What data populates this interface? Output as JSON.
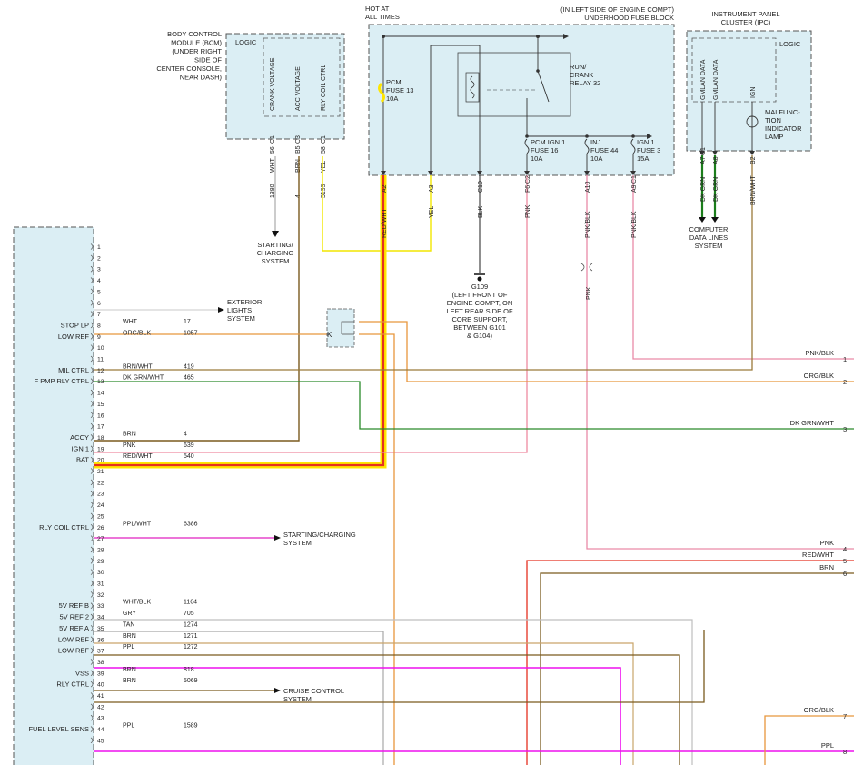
{
  "colors": {
    "WHT": "#c8c8c8",
    "BRN": "#7a5a1e",
    "YEL": "#f2e600",
    "RED_WHT": "#e53020",
    "BLK": "#333333",
    "PNK": "#ef8aa0",
    "PNK_BLK": "#e98aa8",
    "ORG_BLK": "#e8963c",
    "DK_GRN_WHT": "#2a8a2a",
    "DK_GRN": "#1b7d1b",
    "BRN_WHT": "#9a7a3a",
    "PPL_WHT": "#e020c0",
    "PPL": "#ee10ee",
    "WHT_BLK": "#bfbfbf",
    "GRY": "#a8a8a8",
    "TAN": "#c9a56a",
    "highlight": "#ffe600",
    "box_fill": "#dbeef4"
  },
  "bcm": {
    "title": [
      "BODY CONTROL",
      "MODULE (BCM)",
      "(UNDER RIGHT",
      "SIDE OF",
      "CENTER CONSOLE,",
      "NEAR DASH)"
    ],
    "logic": "LOGIC",
    "pins": [
      {
        "func": "CRANK VOLTAGE",
        "pin": "56",
        "conn": "C1",
        "color": "WHT",
        "circuit": "1380"
      },
      {
        "func": "ACC VOLTAGE",
        "pin": "B5",
        "conn": "C3",
        "color": "BRN",
        "circuit": "4"
      },
      {
        "func": "RLY COIL CTRL",
        "pin": "58",
        "conn": "C1",
        "color": "YEL",
        "circuit": "5199"
      }
    ],
    "starting_charging": [
      "STARTING/",
      "CHARGING",
      "SYSTEM"
    ]
  },
  "fuse_block": {
    "hot": [
      "HOT AT",
      "ALL TIMES"
    ],
    "title": [
      "(IN LEFT SIDE OF ENGINE COMPT)",
      "UNDERHOOD FUSE BLOCK"
    ],
    "pcm_fuse": [
      "PCM",
      "FUSE 13",
      "10A"
    ],
    "relay": [
      "RUN/",
      "CRANK",
      "RELAY 32"
    ],
    "fuses": [
      [
        "PCM IGN 1",
        "FUSE 16",
        "10A"
      ],
      [
        "INJ",
        "FUSE 44",
        "10A"
      ],
      [
        "IGN 1",
        "FUSE 3",
        "15A"
      ]
    ],
    "pins": [
      {
        "pin": "A2",
        "conn": "",
        "color": "RED/WHT"
      },
      {
        "pin": "A3",
        "conn": "",
        "color": "YEL"
      },
      {
        "pin": "C10",
        "conn": "",
        "color": "BLK"
      },
      {
        "pin": "F6",
        "conn": "C2",
        "color": "PNK"
      },
      {
        "pin": "A10",
        "conn": "",
        "color": "PNK/BLK"
      },
      {
        "pin": "A9",
        "conn": "C1",
        "color": "PNK/BLK"
      }
    ],
    "ground": [
      "G109",
      "(LEFT FRONT OF",
      "ENGINE COMPT, ON",
      "LEFT REAR SIDE OF",
      "CORE SUPPORT,",
      "BETWEEN G101",
      "& G104)"
    ],
    "pnk_label": "PNK"
  },
  "ipc": {
    "title": [
      "INSTRUMENT PANEL",
      "CLUSTER (IPC)"
    ],
    "logic": "LOGIC",
    "funcs": [
      "GMLAN DATA",
      "GMLAN DATA",
      "IGN"
    ],
    "mil": [
      "MALFUNC-",
      "TION",
      "INDICATOR",
      "LAMP"
    ],
    "pins": [
      {
        "pin": "A7",
        "conn": "C1",
        "color": "DK GRN"
      },
      {
        "pin": "A8",
        "conn": "",
        "color": "DK GRN"
      },
      {
        "pin": "B2",
        "conn": "",
        "color": "BRN/WHT"
      }
    ],
    "data_lines": [
      "COMPUTER",
      "DATA LINES",
      "SYSTEM"
    ]
  },
  "pcm_rows": [
    {
      "n": "1"
    },
    {
      "n": "2"
    },
    {
      "n": "3"
    },
    {
      "n": "4"
    },
    {
      "n": "5"
    },
    {
      "n": "6"
    },
    {
      "n": "7"
    },
    {
      "n": "8",
      "label": "STOP LP",
      "color": "WHT",
      "circuit": "17"
    },
    {
      "n": "9",
      "label": "LOW REF",
      "color": "ORG/BLK",
      "circuit": "1057"
    },
    {
      "n": "10"
    },
    {
      "n": "11"
    },
    {
      "n": "12",
      "label": "MIL CTRL",
      "color": "BRN/WHT",
      "circuit": "419"
    },
    {
      "n": "13",
      "label": "F PMP RLY CTRL",
      "color": "DK GRN/WHT",
      "circuit": "465"
    },
    {
      "n": "14"
    },
    {
      "n": "15"
    },
    {
      "n": "16"
    },
    {
      "n": "17"
    },
    {
      "n": "18",
      "label": "ACCY",
      "color": "BRN",
      "circuit": "4"
    },
    {
      "n": "19",
      "label": "IGN 1",
      "color": "PNK",
      "circuit": "639"
    },
    {
      "n": "20",
      "label": "BAT",
      "color": "RED/WHT",
      "circuit": "540"
    },
    {
      "n": "21"
    },
    {
      "n": "22"
    },
    {
      "n": "23"
    },
    {
      "n": "24"
    },
    {
      "n": "25"
    },
    {
      "n": "26",
      "label": "RLY COIL CTRL",
      "color": "PPL/WHT",
      "circuit": "6386"
    },
    {
      "n": "27"
    },
    {
      "n": "28"
    },
    {
      "n": "29"
    },
    {
      "n": "30"
    },
    {
      "n": "31"
    },
    {
      "n": "32"
    },
    {
      "n": "33",
      "label": "5V REF B",
      "color": "WHT/BLK",
      "circuit": "1164"
    },
    {
      "n": "34",
      "label": "5V REF 2",
      "color": "GRY",
      "circuit": "705"
    },
    {
      "n": "35",
      "label": "5V REF A",
      "color": "TAN",
      "circuit": "1274"
    },
    {
      "n": "36",
      "label": "LOW REF",
      "color": "BRN",
      "circuit": "1271"
    },
    {
      "n": "37",
      "label": "LOW REF",
      "color": "PPL",
      "circuit": "1272"
    },
    {
      "n": "38"
    },
    {
      "n": "39",
      "label": "VSS",
      "color": "BRN",
      "circuit": "818"
    },
    {
      "n": "40",
      "label": "RLY CTRL",
      "color": "BRN",
      "circuit": "5069"
    },
    {
      "n": "41"
    },
    {
      "n": "42"
    },
    {
      "n": "43"
    },
    {
      "n": "44",
      "label": "FUEL LEVEL SENS",
      "color": "PPL",
      "circuit": "1589"
    },
    {
      "n": "45"
    }
  ],
  "destinations": {
    "exterior_lights": [
      "EXTERIOR",
      "LIGHTS",
      "SYSTEM"
    ],
    "starting_charging_26": [
      "STARTING/CHARGING",
      "SYSTEM"
    ],
    "cruise": [
      "CRUISE CONTROL",
      "SYSTEM"
    ]
  },
  "connector_k": "K",
  "right_edge": [
    {
      "n": "1",
      "color": "PNK/BLK"
    },
    {
      "n": "2",
      "color": "ORG/BLK"
    },
    {
      "n": "3",
      "color": "DK GRN/WHT"
    },
    {
      "n": "4",
      "color": "PNK"
    },
    {
      "n": "5",
      "color": "RED/WHT"
    },
    {
      "n": "6",
      "color": "BRN"
    },
    {
      "n": "7",
      "color": "ORG/BLK"
    },
    {
      "n": "8",
      "color": "PPL"
    }
  ]
}
